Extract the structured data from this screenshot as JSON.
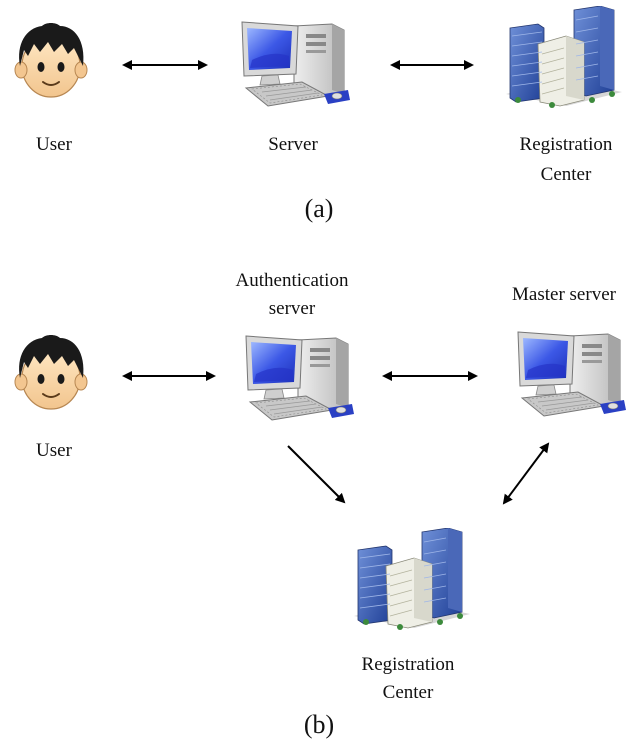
{
  "panel_a": {
    "user_label": "User",
    "server_label": "Server",
    "rc_label_line1": "Registration",
    "rc_label_line2": "Center",
    "caption": "(a)"
  },
  "panel_b": {
    "user_label": "User",
    "auth_label_line1": "Authentication",
    "auth_label_line2": "server",
    "master_label": "Master server",
    "rc_label_line1": "Registration",
    "rc_label_line2": "Center",
    "caption": "(b)"
  },
  "icons": {
    "user": "user-face-icon",
    "server": "computer-icon",
    "registration_center": "office-buildings-icon"
  }
}
